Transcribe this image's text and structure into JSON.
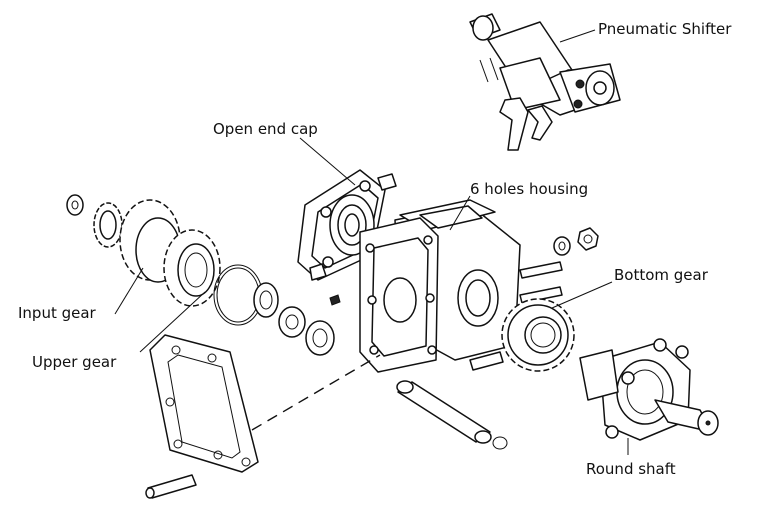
{
  "labels": {
    "pneumatic_shifter": "Pneumatic Shifter",
    "open_end_cap": "Open end cap",
    "six_holes_housing": "6 holes housing",
    "bottom_gear": "Bottom gear",
    "input_gear": "Input gear",
    "upper_gear": "Upper gear",
    "round_shaft": "Round shaft"
  }
}
